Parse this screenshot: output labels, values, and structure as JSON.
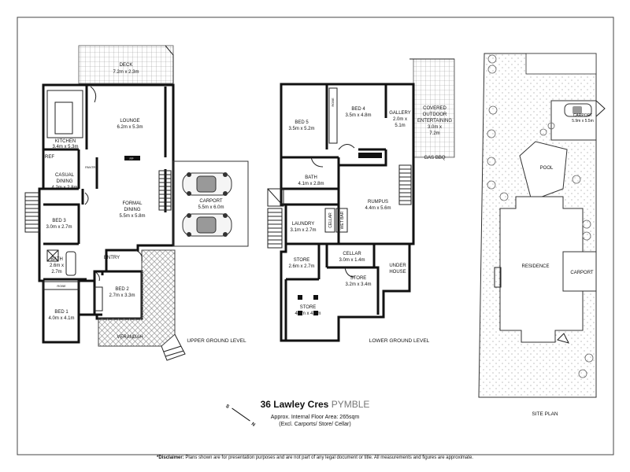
{
  "upper": {
    "deck": {
      "name": "DECK",
      "dim": "7.2m x 2.3m"
    },
    "kitchen": {
      "name": "KITCHEN",
      "dim": "3.4m x 5.3m"
    },
    "lounge": {
      "name": "LOUNGE",
      "dim": "6.2m x 5.3m"
    },
    "casual": {
      "name1": "CASUAL",
      "name2": "DINING",
      "dim": "4.2m x 2.8m"
    },
    "pantry": "PANTRY",
    "ref": "REF",
    "fp": "FP",
    "formal": {
      "name1": "FORMAL",
      "name2": "DINING",
      "dim": "5.5m x 5.8m"
    },
    "carport": {
      "name": "CARPORT",
      "dim": "5.5m x 6.0m"
    },
    "bed3": {
      "name": "BED 3",
      "dim": "3.0m x 2.7m"
    },
    "bath": {
      "name": "BATH",
      "dim1": "2.6m x",
      "dim2": "2.7m"
    },
    "entry": "ENTRY",
    "bed2": {
      "name": "BED 2",
      "dim": "2.7m x 3.3m"
    },
    "bed1": {
      "name": "BED 1",
      "dim": "4.0m x 4.1m"
    },
    "robe": "ROBE",
    "verandah": "VERANDAH",
    "level": "UPPER GROUND LEVEL"
  },
  "lower": {
    "bed5": {
      "name": "BED 5",
      "dim": "3.5m x 5.2m"
    },
    "bed4": {
      "name": "BED 4",
      "dim": "3.5m x 4.8m"
    },
    "gallery": {
      "name": "GALLERY",
      "dim1": "2.0m x",
      "dim2": "5.1m"
    },
    "outdoor": {
      "l1": "COVERED",
      "l2": "OUTDOOR",
      "l3": "ENTERTAINING",
      "dim1": "3.0m x",
      "dim2": "7.2m"
    },
    "gasbbq": "GAS BBQ",
    "bath": {
      "name": "BATH",
      "dim": "4.1m x 2.8m"
    },
    "rumpus": {
      "name": "RUMPUS",
      "dim": "4.4m x 5.6m"
    },
    "laundry": {
      "name": "LAUNDRY",
      "dim": "3.1m x 2.7m"
    },
    "cellar_v": "CELLAR",
    "wetbar": "WET BAR",
    "cellar": {
      "name": "CELLAR",
      "dim": "3.0m x 1.4m"
    },
    "store1": {
      "name": "STORE",
      "dim": "2.6m x 2.7m"
    },
    "underhouse": {
      "l1": "UNDER",
      "l2": "HOUSE"
    },
    "store2": {
      "name": "STORE",
      "dim": "3.2m x 3.4m"
    },
    "store3": {
      "name": "STORE",
      "dim": "4.0m x 4.1m"
    },
    "robe": "ROBE",
    "level": "LOWER GROUND LEVEL"
  },
  "site": {
    "carport_top": {
      "name": "CARPORT",
      "dim": "5.9m x 5.5m"
    },
    "pool": "POOL",
    "residence": "RESIDENCE",
    "carport": "CARPORT",
    "label": "SITE PLAN"
  },
  "title": {
    "address": "36 Lawley Cres",
    "suburb": "PYMBLE",
    "area": "Approx. Internal Floor Area: 265sqm",
    "excl": "(Excl. Carports/ Store/ Cellar)"
  },
  "compass": {
    "s": "S",
    "n": "N"
  },
  "disclaimer": {
    "bold": "*Disclaimer:",
    "text": " Plans shown are for presentation purposes and are not part of any legal document or title. All measurements and figures are approximate."
  }
}
